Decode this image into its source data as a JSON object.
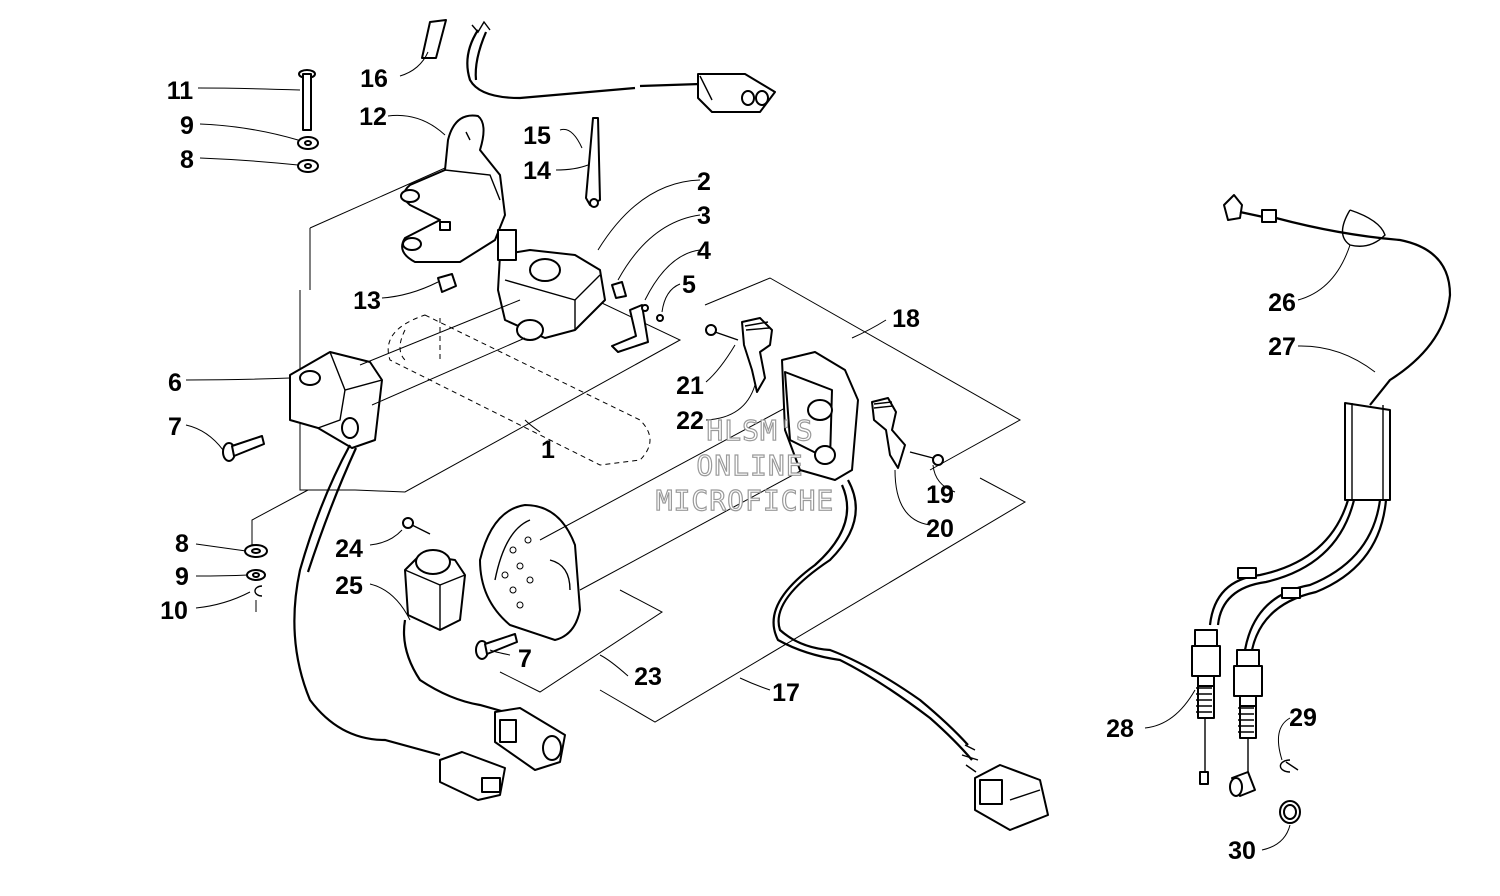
{
  "callouts": {
    "c1": "1",
    "c2": "2",
    "c3": "3",
    "c4": "4",
    "c5": "5",
    "c6": "6",
    "c7a": "7",
    "c7b": "7",
    "c8a": "8",
    "c8b": "8",
    "c9a": "9",
    "c9b": "9",
    "c10": "10",
    "c11": "11",
    "c12": "12",
    "c13": "13",
    "c14": "14",
    "c15": "15",
    "c16": "16",
    "c17": "17",
    "c18": "18",
    "c19": "19",
    "c20": "20",
    "c21": "21",
    "c22": "22",
    "c23": "23",
    "c24": "24",
    "c25": "25",
    "c26": "26",
    "c27": "27",
    "c28": "28",
    "c29": "29",
    "c30": "30"
  },
  "watermark": {
    "line1": "HLSM'S",
    "line2": "ONLINE",
    "line3": "MICROFICHE"
  }
}
